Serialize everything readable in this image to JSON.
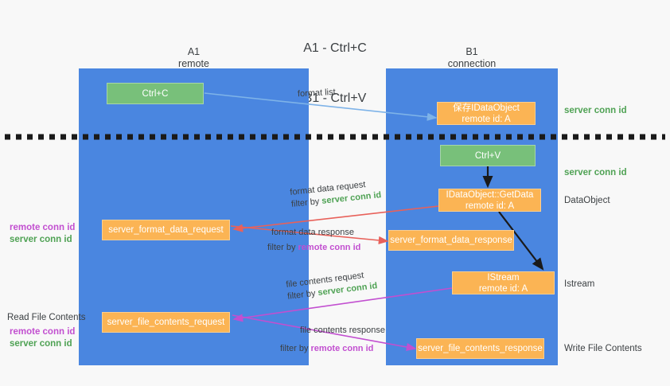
{
  "title": {
    "line1": "A1 - Ctrl+C",
    "line2": "B1 - Ctrl+V"
  },
  "lanes": [
    {
      "id": "a1",
      "title": "A1",
      "subtitle": "remote"
    },
    {
      "id": "b1",
      "title": "B1",
      "subtitle": "connection"
    }
  ],
  "boxes": {
    "ctrl_c": {
      "line1": "Ctrl+C",
      "line2": ""
    },
    "save_idataobject": {
      "line1": "保存IDataObject",
      "line2": "remote id: A"
    },
    "ctrl_v": {
      "line1": "Ctrl+V",
      "line2": ""
    },
    "getdata": {
      "line1": "IDataObject::GetData",
      "line2": "remote id: A"
    },
    "istream": {
      "line1": "IStream",
      "line2": "remote id: A"
    },
    "server_format_data_request": {
      "line1": "server_format_data_request",
      "line2": ""
    },
    "server_format_data_response": {
      "line1": "server_format_data_response",
      "line2": ""
    },
    "server_file_contents_request": {
      "line1": "server_file_contents_request",
      "line2": ""
    },
    "server_file_contents_response": {
      "line1": "server_file_contents_response",
      "line2": ""
    }
  },
  "edge_labels": {
    "format_list": {
      "line1": "format list",
      "line2": ""
    },
    "format_data_request": {
      "line1": "format data request",
      "filter_prefix": "filter by ",
      "filter_value": "server conn id"
    },
    "format_data_response": {
      "line1": "format data response",
      "filter_prefix": "filter by ",
      "filter_value": "remote conn id"
    },
    "file_contents_request": {
      "line1": "file contents request",
      "filter_prefix": "filter by ",
      "filter_value": "server conn id"
    },
    "file_contents_response": {
      "line1": "file contents response",
      "filter_prefix": "filter by ",
      "filter_value": "remote conn id"
    }
  },
  "annotations": {
    "server_conn_id_top": "server conn id",
    "server_conn_id_middle": "server conn id",
    "dataobject_label": "DataObject",
    "istream_label": "Istream",
    "write_file_contents": "Write File Contents",
    "read_file_contents": "Read File Contents",
    "left_remote_conn_id_1": "remote conn id",
    "left_server_conn_id_1": "server conn id",
    "left_remote_conn_id_2": "remote conn id",
    "left_server_conn_id_2": "server conn id"
  },
  "colors": {
    "lane": "#4a86e0",
    "green_box": "#78c07a",
    "orange_box": "#fbb454",
    "green_text": "#4fa254",
    "purple_text": "#c24fd0",
    "arrow_blue": "#7eb3e8",
    "arrow_red": "#e8615a",
    "arrow_purple": "#c24fd0",
    "arrow_black": "#1a1a1a",
    "background": "#f8f8f8"
  }
}
